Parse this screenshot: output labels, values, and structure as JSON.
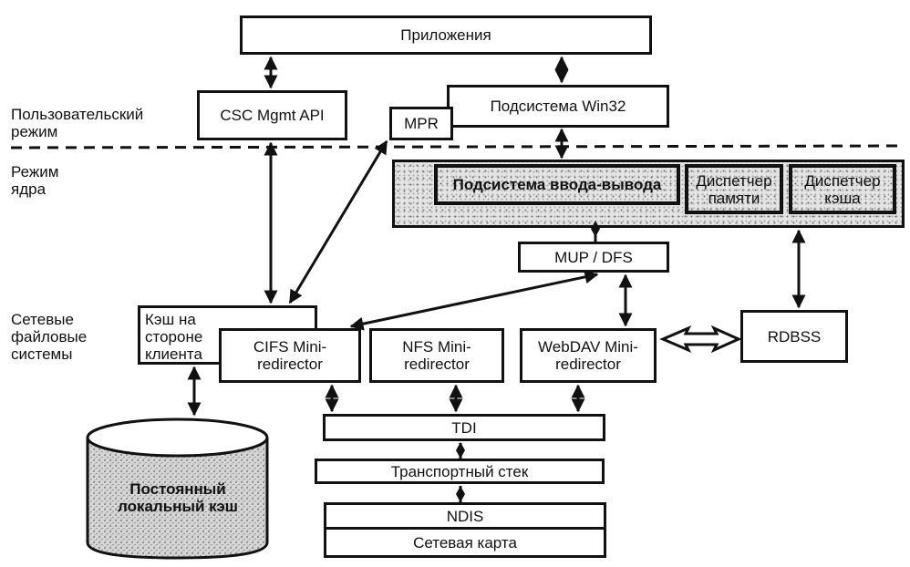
{
  "zones": {
    "user_mode": "Пользовательский режим",
    "kernel_mode": "Режим ядра",
    "network_fs": "Сетевые файловые системы"
  },
  "boxes": {
    "applications": "Приложения",
    "csc_mgmt_api": "CSC Mgmt API",
    "mpr": "MPR",
    "win32": "Подсистема Win32",
    "io_subsystem": "Подсистема ввода-вывода",
    "memory_manager": "Диспетчер памяти",
    "cache_manager": "Диспетчер кэша",
    "mup_dfs": "MUP / DFS",
    "client_cache": "Кэш на стороне клиента",
    "cifs": "CIFS Mini-redirector",
    "nfs": "NFS Mini-redirector",
    "webdav": "WebDAV Mini-redirector",
    "rdbss": "RDBSS",
    "tdi": "TDI",
    "transport_stack": "Транспортный стек",
    "ndis": "NDIS",
    "network_card": "Сетевая карта",
    "persistent_cache": "Постоянный локальный кэш"
  }
}
